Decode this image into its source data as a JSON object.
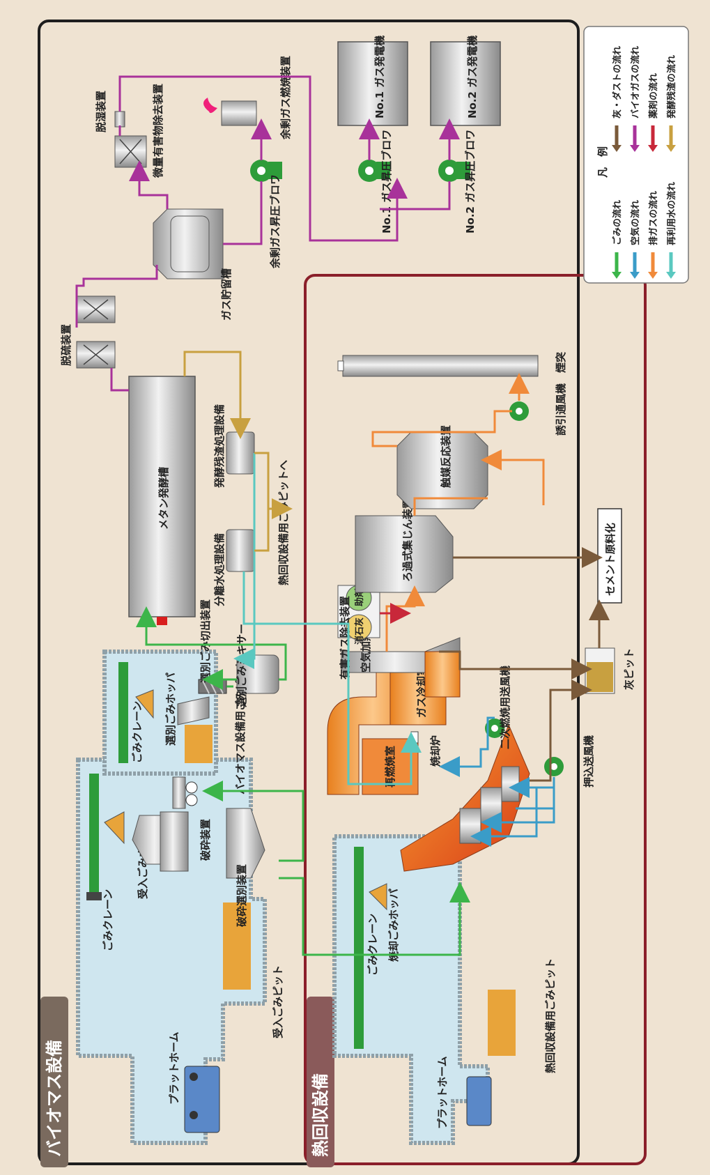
{
  "sections": {
    "biomass": "バイオマス設備",
    "heat_recovery": "熱回収設備"
  },
  "biomass": {
    "platform": "プラットホーム",
    "receiving_pit": "受入ごみピット",
    "crane_1": "ごみクレーン",
    "receiving_hopper": "受入ごみホッパ",
    "crusher": "破砕装置",
    "crush_sorter": "破砕選別装置",
    "crane_2": "ごみクレーン",
    "sorted_hopper": "選別ごみホッパ",
    "biomass_pit": "バイオマス設備用ごみピット",
    "sorted_cutter": "選別ごみ切出装置",
    "sorted_mixer": "選別ごみミキサー",
    "methane_tank": "メタン発酵槽",
    "separated_water": "分離水処理設備",
    "residue_treatment": "発酵残渣処理設備",
    "to_heat_pit": "熱回収設備用ごみピットへ",
    "desulfurizer": "脱硫装置",
    "gas_holder": "ガス貯留槽",
    "trace_removal": "微量有害物除去装置",
    "dehumidifier": "脱湿装置",
    "excess_blower": "余剰ガス昇圧ブロワ",
    "excess_burner": "余剰ガス燃焼装置",
    "blower_1": "No.1 ガス昇圧ブロワ",
    "blower_2": "No.2 ガス昇圧ブロワ",
    "generator_1": "No.1 ガス発電機",
    "generator_2": "No.2 ガス発電機"
  },
  "heat": {
    "platform": "プラットホーム",
    "heat_pit": "熱回収設備用ごみピット",
    "crane": "ごみクレーン",
    "incin_hopper": "焼却ごみホッパ",
    "reburn": "再燃焼室",
    "incinerator": "焼却炉",
    "push_fan": "押込送風機",
    "secondary_fan": "二次燃焼用送風機",
    "gas_cooler": "ガス冷却室",
    "air_heater": "空気加熱器",
    "harmful_gas": "有害ガス除去装置",
    "slaked_lime": "消石灰",
    "additive": "助剤",
    "bag_filter": "ろ過式集じん装置",
    "catalyst": "触媒反応装置",
    "induced_fan": "誘引通風機",
    "chimney": "煙突",
    "ash_pit": "灰ピット",
    "cement": "セメント原料化"
  },
  "legend": {
    "title": "凡　例",
    "items": [
      {
        "label": "ごみの流れ",
        "color": "#3cb54a"
      },
      {
        "label": "空気の流れ",
        "color": "#3a9cc8"
      },
      {
        "label": "排ガスの流れ",
        "color": "#f08a3a"
      },
      {
        "label": "再利用水の流れ",
        "color": "#5ac8c0"
      },
      {
        "label": "灰・ダストの流れ",
        "color": "#7a5a3a"
      },
      {
        "label": "バイオガスの流れ",
        "color": "#a8329a"
      },
      {
        "label": "薬剤の流れ",
        "color": "#c8283a"
      },
      {
        "label": "発酵残渣の流れ",
        "color": "#c8a040"
      }
    ]
  }
}
